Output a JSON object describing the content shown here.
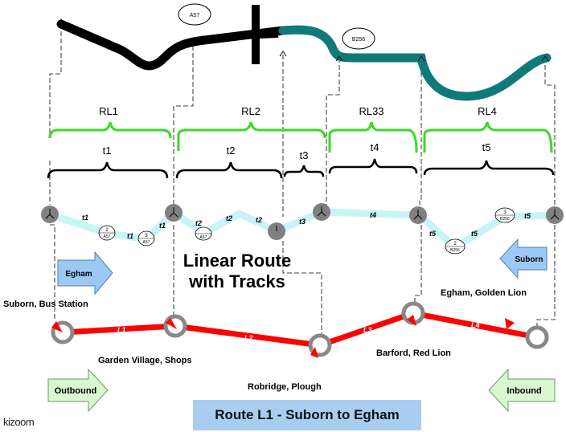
{
  "diagram_title": "Linear Route with Tracks",
  "route_title": "Route L1 - Suborn to Egham",
  "brand": "kizoom",
  "road_labels": {
    "a57": "A57",
    "b256": "B256"
  },
  "route_links": {
    "rl1": "RL1",
    "rl2": "RL2",
    "rl33": "RL33",
    "rl4": "RL4"
  },
  "tracks": {
    "t1": "t1",
    "t2": "t2",
    "t3": "t3",
    "t4": "t4",
    "t5": "t5"
  },
  "seq_nodes": {
    "n1": "2",
    "n2": "3",
    "n3": "2",
    "n4": "3",
    "r1": "A57",
    "r2": "A57",
    "r3": "B256",
    "r4": "B256"
  },
  "arrows": {
    "egham": "Egham",
    "suborn": "Suborn",
    "outbound": "Outbound",
    "inbound": "Inbound"
  },
  "stops": {
    "s1": "Suborn, Bus Station",
    "s2": "Garden Village, Shops",
    "s3": "Robridge, Plough",
    "s4": "Barford, Red Lion",
    "s5": "Egham, Golden Lion"
  },
  "links": {
    "l1": "L1",
    "l2": "L2",
    "l3": "L3",
    "l4": "L4"
  },
  "colors": {
    "road_a": "#000000",
    "road_b": "#0f7a7a",
    "rl": "#33dd22",
    "track": "#c8f4f8",
    "route": "#ff0000",
    "stop_ring": "#888888",
    "arrow_blue": "#9cc8f4",
    "arrow_green": "#d8f8d0"
  }
}
